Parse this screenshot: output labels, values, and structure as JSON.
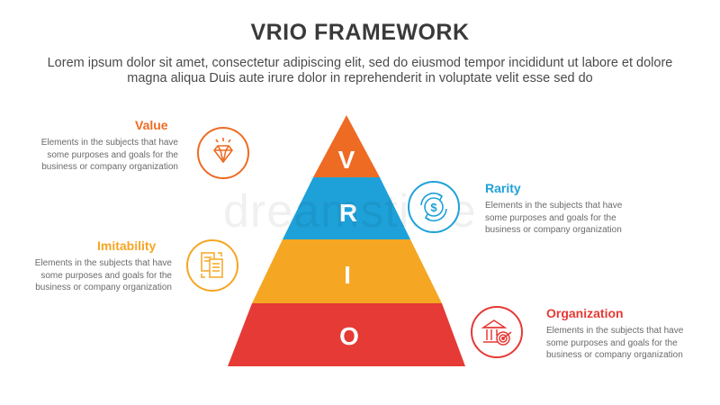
{
  "title": "VRIO FRAMEWORK",
  "subtitle": "Lorem ipsum dolor sit amet, consectetur adipiscing elit, sed do eiusmod tempor incididunt ut labore et dolore magna aliqua Duis aute irure dolor in reprehenderit in voluptate velit esse sed do",
  "watermark": "dreamstime",
  "pyramid": {
    "letters": [
      "V",
      "R",
      "I",
      "O"
    ],
    "colors": [
      "#ee6b23",
      "#1ea1d9",
      "#f5a623",
      "#e53a35"
    ]
  },
  "items": [
    {
      "key": "value",
      "title": "Value",
      "color": "#ee6b23",
      "icon": "diamond-icon",
      "desc_lines": [
        "Elements in the subjects that have",
        "some purposes and goals for the",
        "business or company organization"
      ]
    },
    {
      "key": "rarity",
      "title": "Rarity",
      "color": "#1ea1d9",
      "icon": "dollar-coin-icon",
      "desc_lines": [
        "Elements in the subjects that have",
        "some purposes and goals for the",
        "business or company organization"
      ]
    },
    {
      "key": "imitability",
      "title": "Imitability",
      "color": "#f5a623",
      "icon": "copy-document-icon",
      "desc_lines": [
        "Elements in the subjects that have",
        "some purposes and goals for the",
        "business or company organization"
      ]
    },
    {
      "key": "organization",
      "title": "Organization",
      "color": "#e53a35",
      "icon": "bank-target-icon",
      "desc_lines": [
        "Elements in the subjects that have",
        "some purposes and goals for the",
        "business or company organization"
      ]
    }
  ]
}
